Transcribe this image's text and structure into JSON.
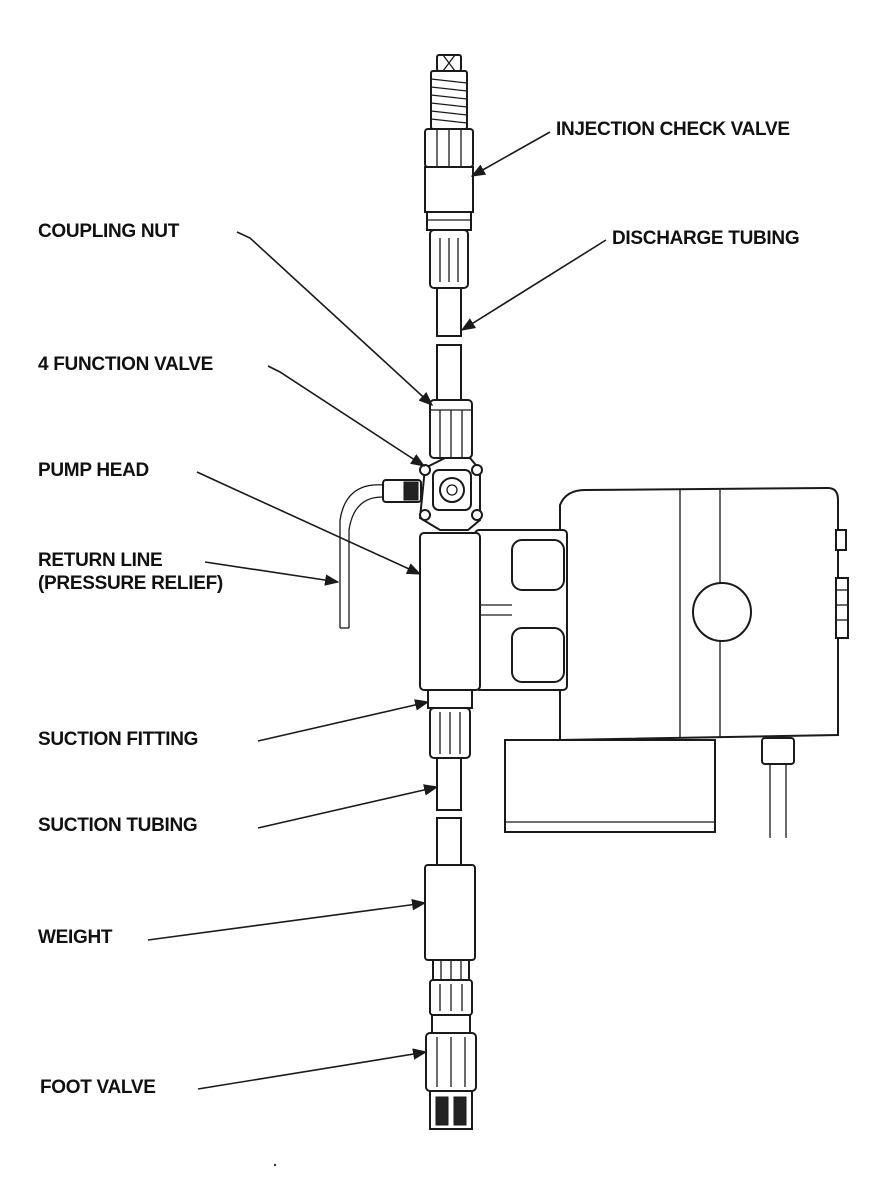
{
  "labels": {
    "injection_check_valve": "INJECTION CHECK VALVE",
    "coupling_nut": "COUPLING NUT",
    "discharge_tubing": "DISCHARGE TUBING",
    "four_function_valve": "4 FUNCTION VALVE",
    "pump_head": "PUMP HEAD",
    "return_line_1": "RETURN LINE",
    "return_line_2": "(PRESSURE RELIEF)",
    "suction_fitting": "SUCTION FITTING",
    "suction_tubing": "SUCTION TUBING",
    "weight": "WEIGHT",
    "foot_valve": "FOOT VALVE"
  }
}
